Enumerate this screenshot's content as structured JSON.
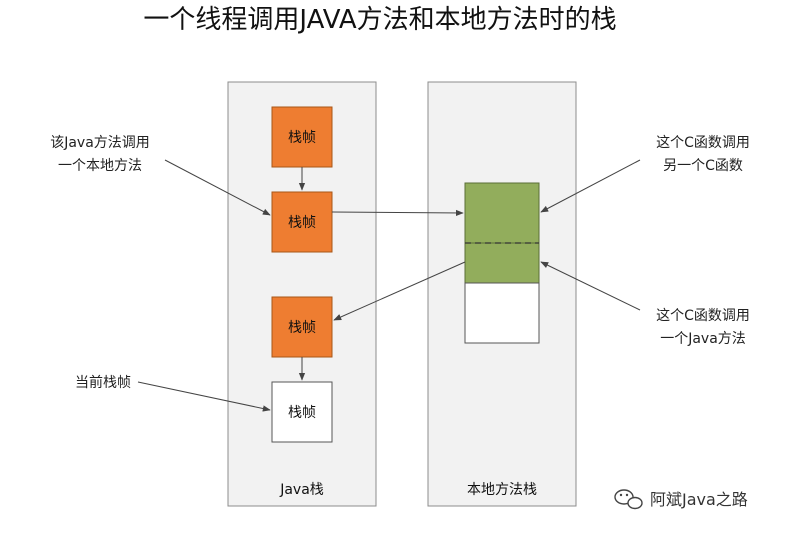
{
  "title": "一个线程调用JAVA方法和本地方法时的栈",
  "java_stack": {
    "label": "Java栈",
    "frames": [
      "栈帧",
      "栈帧",
      "栈帧",
      "栈帧"
    ]
  },
  "native_stack": {
    "label": "本地方法栈"
  },
  "annotations": {
    "java_calls_native": [
      "该Java方法调用",
      "一个本地方法"
    ],
    "current_frame": "当前栈帧",
    "c_calls_c": [
      "这个C函数调用",
      "另一个C函数"
    ],
    "c_calls_java": [
      "这个C函数调用",
      "一个Java方法"
    ]
  },
  "watermark": "阿斌Java之路",
  "colors": {
    "frame_active": "#ee7d31",
    "native_frame": "#92ad5c",
    "column_bg": "#f2f2f2"
  },
  "icons": {
    "watermark": "wechat-icon"
  }
}
